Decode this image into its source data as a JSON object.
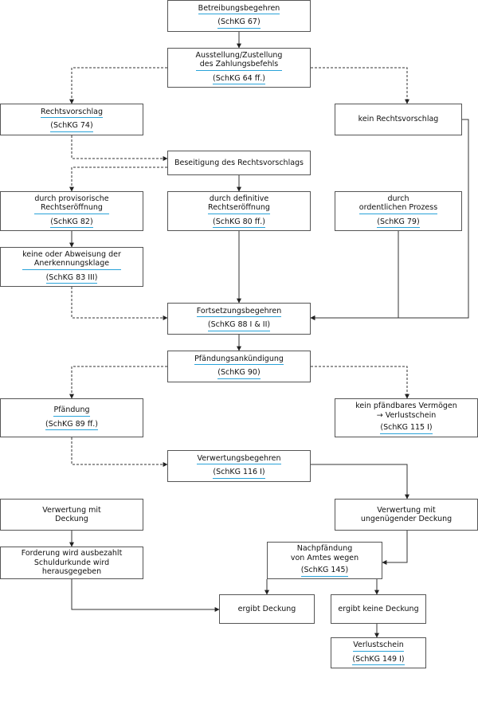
{
  "colors": {
    "underline": "#29a3d9",
    "border": "#555555",
    "line": "#333333"
  },
  "nodes": {
    "betreibungsbegehren": {
      "title": "Betreibungsbegehren",
      "ref": "(SchKG 67)"
    },
    "ausstellung": {
      "title": "Ausstellung/Zustellung\ndes Zahlungsbefehls",
      "ref": "(SchKG 64 ff.)"
    },
    "rechtsvorschlag": {
      "title": "Rechtsvorschlag",
      "ref": "(SchKG 74)"
    },
    "kein_rechtsvorschlag": {
      "title": "kein Rechtsvorschlag",
      "ref": ""
    },
    "beseitigung": {
      "title": "Beseitigung des Rechtsvorschlags",
      "ref": ""
    },
    "provisorische": {
      "title": "durch provisorische\nRechtseröffnung",
      "ref": "(SchKG 82)"
    },
    "definitive": {
      "title": "durch definitive\nRechtseröffnung",
      "ref": "(SchKG 80 ff.)"
    },
    "ordentlicher": {
      "title": "durch\nordentlichen Prozess",
      "ref": "(SchKG 79)"
    },
    "abweisung": {
      "title": "keine oder Abweisung der\nAnerkennungsklage",
      "ref": "(SchKG 83 III)"
    },
    "fortsetzung": {
      "title": "Fortsetzungsbegehren",
      "ref": "(SchKG 88 I & II)"
    },
    "pfaendungsankuendigung": {
      "title": "Pfändungsankündigung",
      "ref": "(SchKG 90)"
    },
    "pfaendung": {
      "title": "Pfändung",
      "ref": "(SchKG 89 ff.)"
    },
    "kein_vermoegen": {
      "title": "kein pfändbares Vermögen\n→ Verlustschein",
      "ref": "(SchKG 115 I)"
    },
    "verwertungsbegehren": {
      "title": "Verwertungsbegehren",
      "ref": "(SchKG 116 I)"
    },
    "verwertung_deckung": {
      "title": "Verwertung mit\nDeckung",
      "ref": ""
    },
    "verwertung_ungenuegend": {
      "title": "Verwertung mit\nungenügender Deckung",
      "ref": ""
    },
    "forderung": {
      "title": "Forderung wird ausbezahlt\nSchuldurkunde wird herausgegeben",
      "ref": ""
    },
    "nachpfaendung": {
      "title": "Nachpfändung\nvon Amtes wegen",
      "ref": "(SchKG 145)"
    },
    "ergibt_deckung": {
      "title": "ergibt Deckung",
      "ref": ""
    },
    "ergibt_keine": {
      "title": "ergibt keine Deckung",
      "ref": ""
    },
    "verlustschein": {
      "title": "Verlustschein",
      "ref": "(SchKG 149 I)"
    }
  }
}
